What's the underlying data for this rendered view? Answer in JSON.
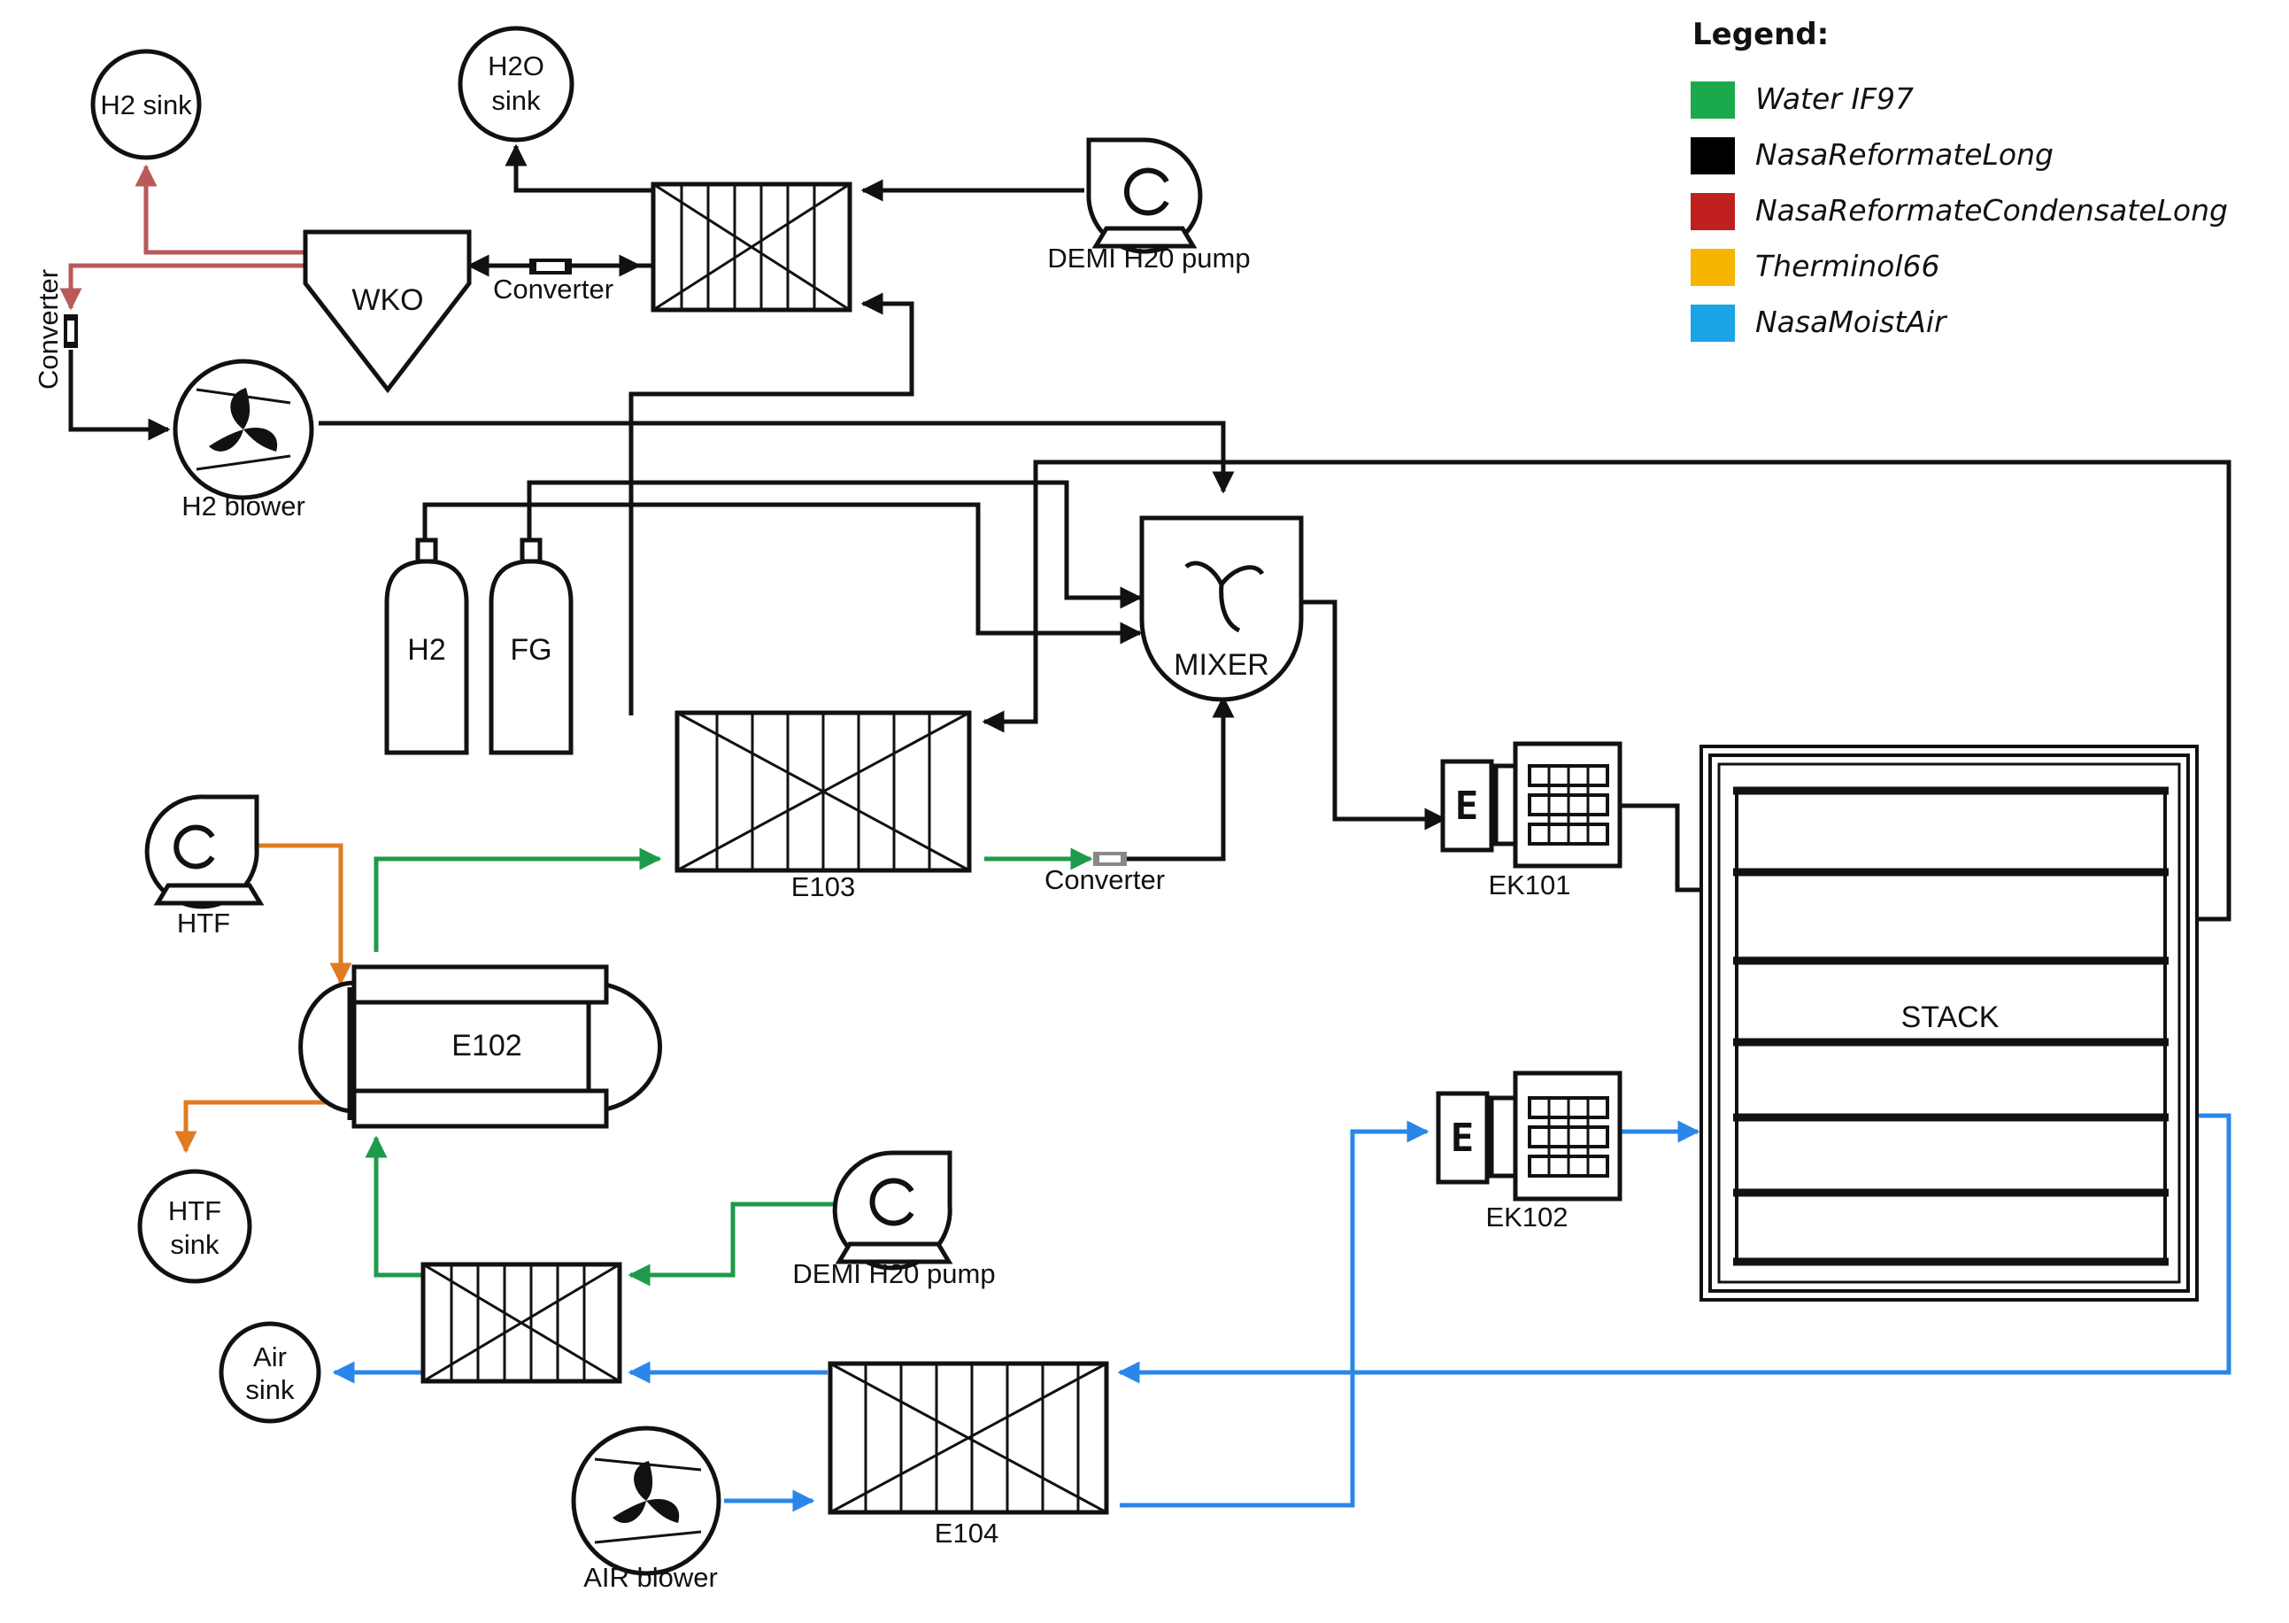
{
  "legend": {
    "title": "Legend:",
    "items": [
      {
        "label": "Water IF97",
        "color": "#1aaa4b"
      },
      {
        "label": "NasaReformateLong",
        "color": "#000000"
      },
      {
        "label": "NasaReformateCondensateLong",
        "color": "#c0201e"
      },
      {
        "label": "Therminol66",
        "color": "#f7b500"
      },
      {
        "label": "NasaMoistAir",
        "color": "#1aa3e6"
      }
    ]
  },
  "sinks": {
    "h2": "H2 sink",
    "h2o_1": "H2O",
    "h2o_2": "sink",
    "htf_1": "HTF",
    "htf_2": "sink",
    "air_1": "Air",
    "air_2": "sink"
  },
  "equipment": {
    "wko": "WKO",
    "mixer": "MIXER",
    "h2_tank": "H2",
    "fg_tank": "FG",
    "e102": "E102",
    "e103": "E103",
    "e104": "E104",
    "ek101": "EK101",
    "ek102": "EK102",
    "stack": "STACK",
    "e_symbol": "E"
  },
  "machines": {
    "demi_pump_top": "DEMI H20 pump",
    "demi_pump_bottom": "DEMI H20 pump",
    "h2_blower": "H2 blower",
    "air_blower": "AIR blower",
    "htf": "HTF"
  },
  "converters": {
    "left": "Converter",
    "wko": "Converter",
    "e103": "Converter"
  }
}
